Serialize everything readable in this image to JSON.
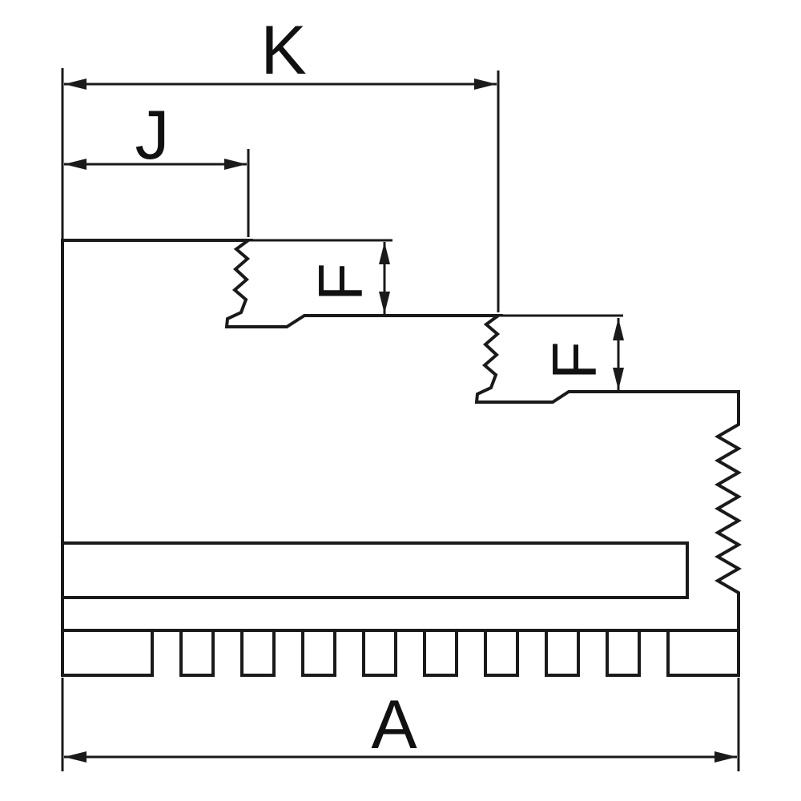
{
  "drawing": {
    "dimension_labels": {
      "k": "K",
      "j": "J",
      "f_upper": "F",
      "f_lower": "F",
      "a": "A"
    },
    "colors": {
      "line": "#1a1a1a",
      "text": "#111111",
      "background": "#ffffff"
    }
  }
}
